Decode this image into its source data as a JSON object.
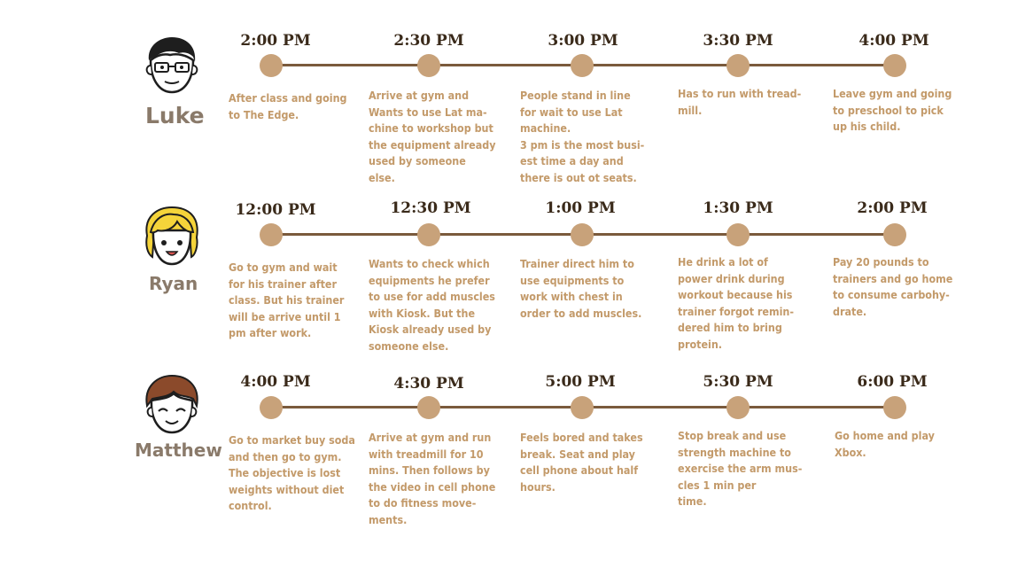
{
  "personas": [
    {
      "name": "Luke",
      "times": [
        "2:00 PM",
        "2:30 PM",
        "3:00 PM",
        "3:30 PM",
        "4:00 PM"
      ],
      "descriptions": [
        [
          "After class and going",
          "to The Edge."
        ],
        [
          "Arrive at gym and",
          "Wants to use Lat ma-",
          "chine to workshop but",
          "the equipment already",
          "used by someone",
          "else."
        ],
        [
          "People stand in line",
          "for wait to use Lat",
          "machine.",
          "3 pm is the most busi-",
          "est time a day and",
          "there is out ot seats."
        ],
        [
          "Has to run with tread-",
          "mill."
        ],
        [
          "Leave gym and going",
          "to preschool to pick",
          "up his child."
        ]
      ]
    },
    {
      "name": "Ryan",
      "times": [
        "12:00 PM",
        "12:30 PM",
        "1:00 PM",
        "1:30 PM",
        "2:00 PM"
      ],
      "descriptions": [
        [
          "Go to gym and wait",
          "for his trainer after",
          "class. But his trainer",
          "will be arrive until 1",
          "pm after work."
        ],
        [
          "Wants to check which",
          "equipments he prefer",
          "to use for add muscles",
          "with Kiosk. But the",
          "Kiosk already used by",
          "someone else."
        ],
        [
          "Trainer direct him to",
          "use equipments to",
          "work with chest in",
          "order to add muscles."
        ],
        [
          "He drink a lot of",
          "power drink during",
          "workout because his",
          "trainer forgot remin-",
          "dered him to bring",
          "protein."
        ],
        [
          "Pay 20 pounds to",
          "trainers and go home",
          "to consume carbohy-",
          "drate."
        ]
      ]
    },
    {
      "name": "Matthew",
      "times": [
        "4:00 PM",
        "4:30 PM",
        "5:00 PM",
        "5:30 PM",
        "6:00 PM"
      ],
      "descriptions": [
        [
          "Go to market buy soda",
          "and then go to gym.",
          "The objective is lost",
          "weights without diet",
          "control."
        ],
        [
          "Arrive at gym and run",
          "with treadmill for 10",
          "mins. Then follows by",
          "the video in cell phone",
          "to do fitness move-",
          "ments."
        ],
        [
          "Feels bored and takes",
          "break. Seat and play",
          "cell phone about half",
          "hours."
        ],
        [
          "Stop break and use",
          "strength machine to",
          "exercise the arm mus-",
          "cles 1 min per",
          "time."
        ],
        [
          "Go home and play",
          "Xbox."
        ]
      ]
    }
  ],
  "colors": {
    "line": "#7a5a3c",
    "dot": "#c8a27a",
    "time_text": "#3a2a1a",
    "desc_text": "#c39a6a",
    "name_text": "#8a7a6a"
  }
}
